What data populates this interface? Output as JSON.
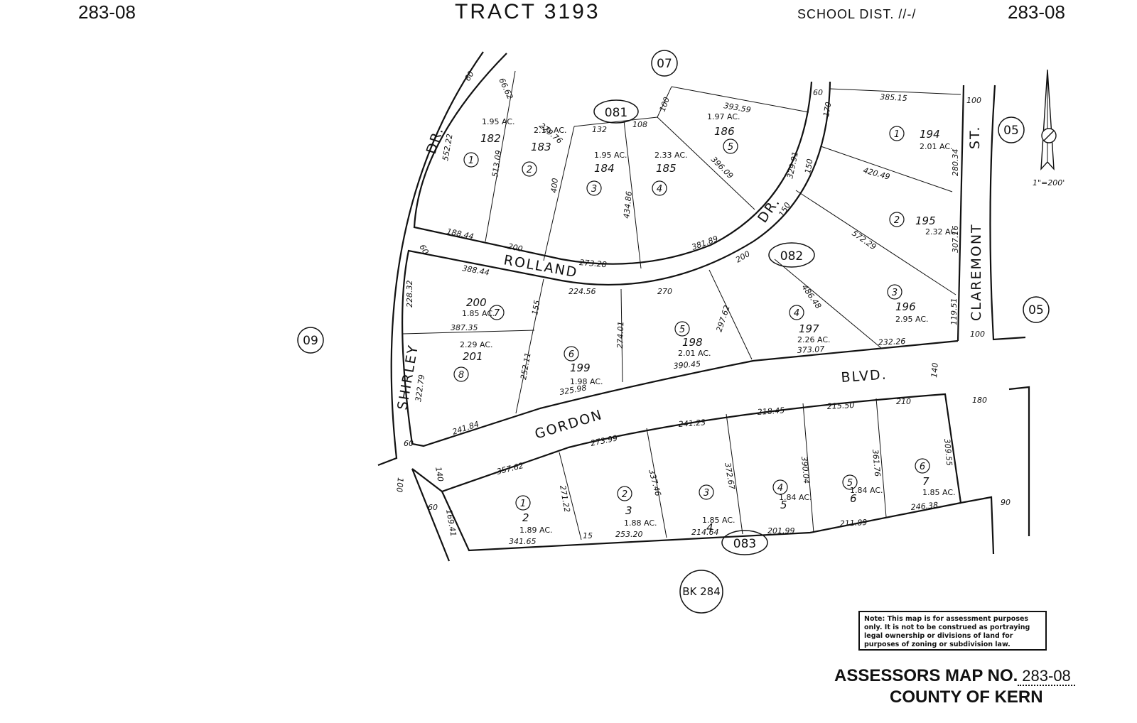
{
  "header": {
    "map_ref_left": "283-08",
    "title": "TRACT 3193",
    "school_district": "SCHOOL DIST. //-/",
    "map_ref_right": "283-08"
  },
  "scale": "1\"=200'",
  "streets": {
    "shirley": "SHIRLEY",
    "shirley_dr": "DR.",
    "rolland": "ROLLAND",
    "rolland_dr": "DR.",
    "gordon": "GORDON",
    "gordon_blvd": "BLVD.",
    "claremont": "CLAREMONT",
    "claremont_st": "ST."
  },
  "sections": {
    "s081": "081",
    "s082": "082",
    "s083": "083",
    "s07": "07",
    "s05a": "05",
    "s05b": "05",
    "s09": "09",
    "bk284": "BK 284"
  },
  "parcels": [
    {
      "num": "182",
      "acres": "1.95 AC.",
      "circle": "1"
    },
    {
      "num": "183",
      "acres": "2.10 AC.",
      "circle": "2"
    },
    {
      "num": "184",
      "acres": "1.95 AC.",
      "circle": "3"
    },
    {
      "num": "185",
      "acres": "2.33 AC.",
      "circle": "4"
    },
    {
      "num": "186",
      "acres": "1.97 AC.",
      "circle": "5"
    },
    {
      "num": "194",
      "acres": "2.01 AC.",
      "circle": "1"
    },
    {
      "num": "195",
      "acres": "2.32 AC.",
      "circle": "2"
    },
    {
      "num": "196",
      "acres": "2.95 AC.",
      "circle": "3"
    },
    {
      "num": "197",
      "acres": "2.26 AC.",
      "circle": "4"
    },
    {
      "num": "198",
      "acres": "2.01 AC.",
      "circle": "5"
    },
    {
      "num": "199",
      "acres": "1.98 AC.",
      "circle": "6"
    },
    {
      "num": "200",
      "acres": "1.85 AC.",
      "circle": "7"
    },
    {
      "num": "201",
      "acres": "2.29 AC.",
      "circle": "8"
    },
    {
      "num": "2",
      "acres": "1.89 AC.",
      "circle": "1"
    },
    {
      "num": "3",
      "acres": "1.88 AC.",
      "circle": "2"
    },
    {
      "num": "4",
      "acres": "1.85 AC.",
      "circle": "3"
    },
    {
      "num": "5",
      "acres": "1.84 AC.",
      "circle": "4"
    },
    {
      "num": "6",
      "acres": "1.84 AC.",
      "circle": "5"
    },
    {
      "num": "7",
      "acres": "1.85 AC.",
      "circle": "6"
    }
  ],
  "dimensions": [
    "60",
    "66.62",
    "229.76",
    "132",
    "108",
    "100",
    "393.59",
    "60",
    "385.15",
    "100",
    "552.22",
    "513.09",
    "400",
    "434.86",
    "396.09",
    "329.91",
    "170",
    "150",
    "420.49",
    "280.34",
    "150",
    "572.29",
    "307.16",
    "188.44",
    "200",
    "273.28",
    "381.89",
    "200",
    "60",
    "388.44",
    "224.56",
    "270",
    "228.32",
    "155",
    "387.35",
    "274.01",
    "297.62",
    "486.48",
    "119.51",
    "100",
    "373.07",
    "232.26",
    "140",
    "252.11",
    "325.98",
    "390.45",
    "180",
    "322.79",
    "241.84",
    "273.99",
    "241.23",
    "218.45",
    "215.50",
    "210",
    "309.55",
    "60",
    "140",
    "100",
    "357.62",
    "271.22",
    "337.46",
    "372.67",
    "390.04",
    "361.76",
    "90",
    "60",
    "169.41",
    "341.65",
    "15",
    "253.20",
    "214.64",
    "201.99",
    "211.89",
    "246.38"
  ],
  "note": "Note: This map is for assessment purposes only. It is not to be construed as portraying legal ownership or divisions of land for purposes of zoning or subdivision law.",
  "footer": {
    "map_no_label": "ASSESSORS MAP NO.",
    "map_no_value": "283-08",
    "county": "COUNTY OF KERN"
  }
}
